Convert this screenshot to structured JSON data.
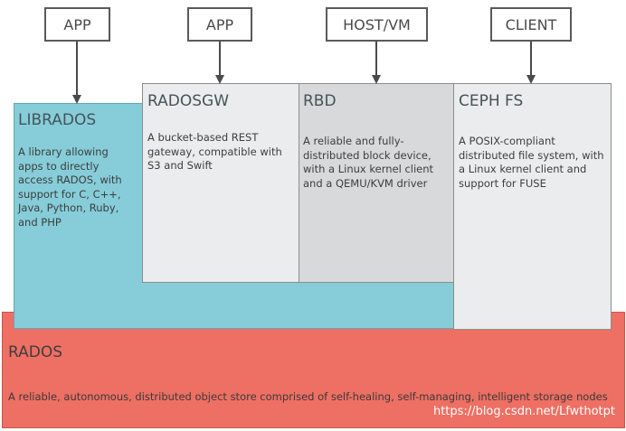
{
  "top": {
    "app1": "APP",
    "app2": "APP",
    "hostvm": "HOST/VM",
    "client": "CLIENT"
  },
  "librados": {
    "title": "LIBRADOS",
    "desc": "A library allowing apps to directly access RADOS, with support for C, C++, Java, Python, Ruby, and PHP"
  },
  "radosgw": {
    "title": "RADOSGW",
    "desc": "A bucket-based REST gateway, compatible with S3 and Swift"
  },
  "rbd": {
    "title": "RBD",
    "desc": "A reliable and fully-distributed block device, with a Linux kernel client and a QEMU/KVM driver"
  },
  "cephfs": {
    "title": "CEPH FS",
    "desc": "A POSIX-compliant distributed file system, with a Linux kernel client and support for FUSE"
  },
  "rados": {
    "title": "RADOS",
    "desc": "A reliable, autonomous, distributed object store comprised of self-healing, self-managing, intelligent storage nodes"
  },
  "watermark": "https://blog.csdn.net/Lfwthotpt",
  "colors": {
    "rados": "#ee6f63",
    "librados": "#86cdd9",
    "radosgw": "#ebeced",
    "rbd": "#d8d9da",
    "cephfs": "#ebeced"
  }
}
